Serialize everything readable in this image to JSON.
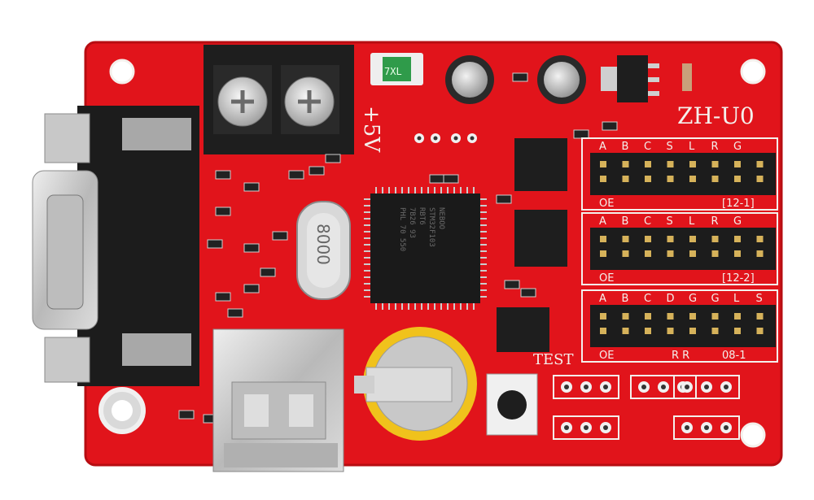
{
  "board": {
    "model_label": "ZH-U0",
    "power_label": "+5V",
    "test_label": "TEST",
    "crystal_marking": "8000",
    "led_marking": "7XL",
    "colors": {
      "pcb": "#e1141b",
      "pcb_dark": "#b70d12",
      "silkscreen": "#f4f0ec",
      "connector_black": "#1c1c1c",
      "pin_gold": "#d6b25a",
      "battery_yellow": "#f0c21c",
      "metal": "#c9c9c9"
    },
    "connector_rows": [
      {
        "pin_labels": [
          "A",
          "B",
          "C",
          "S",
          "L",
          "R",
          "G"
        ],
        "bottom_left": "OE",
        "bottom_right": "[12-1]"
      },
      {
        "pin_labels": [
          "A",
          "B",
          "C",
          "S",
          "L",
          "R",
          "G"
        ],
        "bottom_left": "OE",
        "bottom_right": "[12-2]"
      },
      {
        "pin_labels": [
          "A",
          "B",
          "C",
          "D",
          "G",
          "G",
          "L",
          "S"
        ],
        "bottom_left": "OE",
        "bottom_right": "08-1",
        "bottom_mid": "R R"
      }
    ],
    "main_chip_marking": [
      "NEBOO",
      "STM32F103",
      "RBT6",
      "7B26 93",
      "PHL 70 550"
    ]
  }
}
